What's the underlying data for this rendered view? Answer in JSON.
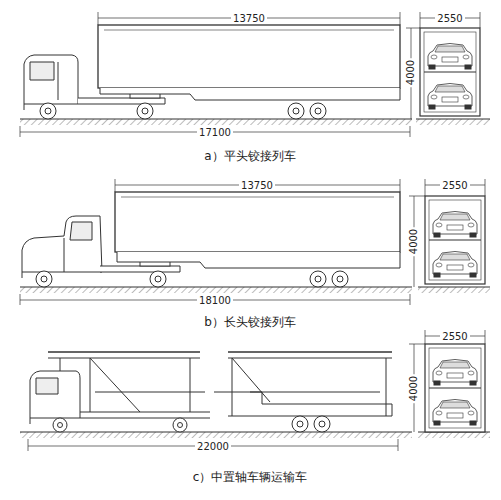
{
  "diagram": {
    "labels": [
      "13750",
      "2550",
      "4000",
      "17100",
      "a）平头铰接列车",
      "13750",
      "2550",
      "4000",
      "18100",
      "b）长头铰接列车",
      "2550",
      "4000",
      "22000",
      "c）中置轴车辆运输车"
    ]
  }
}
